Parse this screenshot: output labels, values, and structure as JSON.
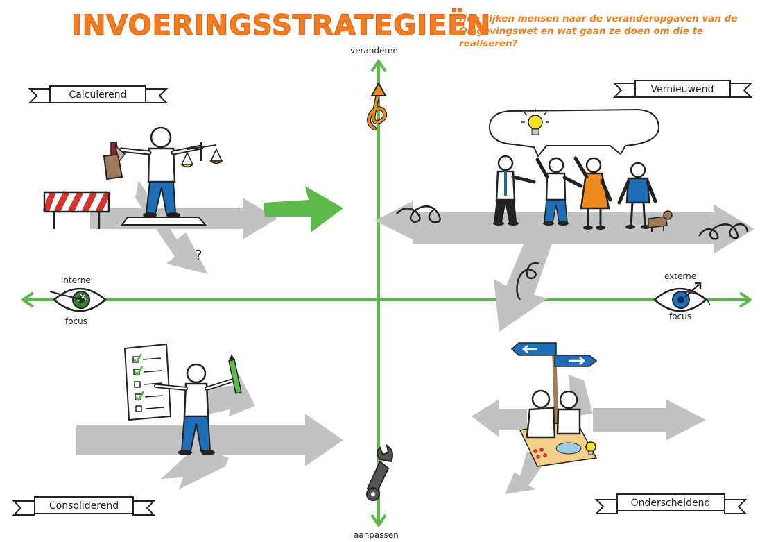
{
  "header": {
    "title": "INVOERINGSSTRATEGIEËN",
    "subtitle": "Hoe kijken mensen naar de veranderopgaven van de Omgevingswet en wat gaan ze doen om die te realiseren?"
  },
  "axes": {
    "top": "veranderen",
    "bottom": "aanpassen",
    "left_top": "interne",
    "left_bottom": "focus",
    "right_top": "externe",
    "right_bottom": "focus"
  },
  "quadrants": {
    "top_left": "Calculerend",
    "top_right": "Vernieuwend",
    "bottom_left": "Consoliderend",
    "bottom_right": "Onderscheidend"
  },
  "colors": {
    "title": "#ef7d22",
    "axis": "#5cb848",
    "arrow_gray": "#c2c2c2",
    "arrow_green": "#5cb848",
    "shirt": "#1e6fb8",
    "orange": "#ef8a1c"
  },
  "icons": [
    "eye-icon",
    "lightbulb-icon",
    "wrench-icon",
    "signpost-icon",
    "pencil-icon",
    "scales-icon",
    "barrier-icon",
    "checklist-icon"
  ]
}
